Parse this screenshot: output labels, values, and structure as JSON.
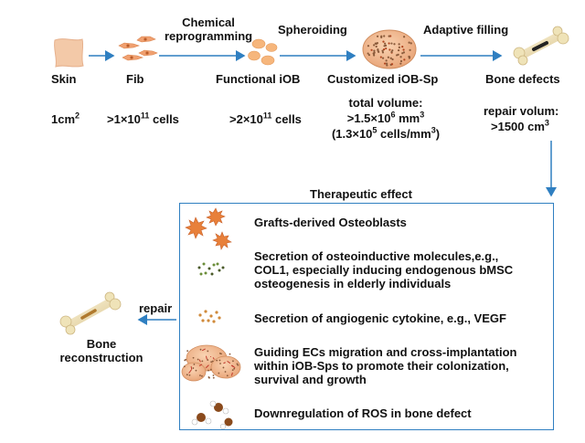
{
  "flow": {
    "steps": {
      "skin": "Skin",
      "fib": "Fib",
      "functional_iob": "Functional iOB",
      "customized_iob_sp": "Customized iOB-Sp",
      "bone_defects": "Bone defects"
    },
    "arrows": {
      "chemical_reprogramming": [
        "Chemical",
        "reprogramming"
      ],
      "spheroiding": "Spheroiding",
      "adaptive_filling": "Adaptive filling"
    },
    "quantities": {
      "skin_area": {
        "base": "1cm",
        "sup": "2"
      },
      "fib_cells": {
        "prefix": ">1×10",
        "sup": "11",
        "suffix": " cells"
      },
      "iob_cells": {
        "prefix": ">2×10",
        "sup": "11",
        "suffix": " cells"
      },
      "total_volume_label": "total volume:",
      "total_volume_value": {
        "prefix": ">1.5×10",
        "sup": "6",
        "suffix": " mm",
        "sup2": "3"
      },
      "cell_density": {
        "prefix": "(1.3×10",
        "sup": "5",
        "mid": " cells/mm",
        "sup2": "3",
        "suffix": ")"
      },
      "repair_volume_label": "repair volum:",
      "repair_volume_value": {
        "prefix": ">1500 cm",
        "sup": "3"
      }
    }
  },
  "therapeutic_effect": {
    "title": "Therapeutic effect",
    "items": [
      [
        "Grafts-derived Osteoblasts"
      ],
      [
        "Secretion of osteoinductive molecules,e.g.,",
        "COL1, especially inducing endogenous bMSC",
        "osteogenesis in elderly individuals"
      ],
      [
        "Secretion of angiogenic cytokine, e.g., VEGF"
      ],
      [
        "Guiding ECs migration and cross-implantation",
        "within iOB-Sps to promote their colonization,",
        "survival and growth"
      ],
      [
        "Downregulation of ROS in bone defect"
      ]
    ]
  },
  "outcome": {
    "repair_label": "repair",
    "result": [
      "Bone",
      "reconstruction"
    ]
  },
  "colors": {
    "arrow": "#2f7fc1",
    "skin": "#f3c9a8",
    "fibroblast": "#f0a070",
    "iob": "#f6b67c",
    "spheroid": "#f2b48a",
    "bone": "#efe3b8",
    "osteoblast": "#e8803a",
    "ros": "#8a4a1c"
  }
}
